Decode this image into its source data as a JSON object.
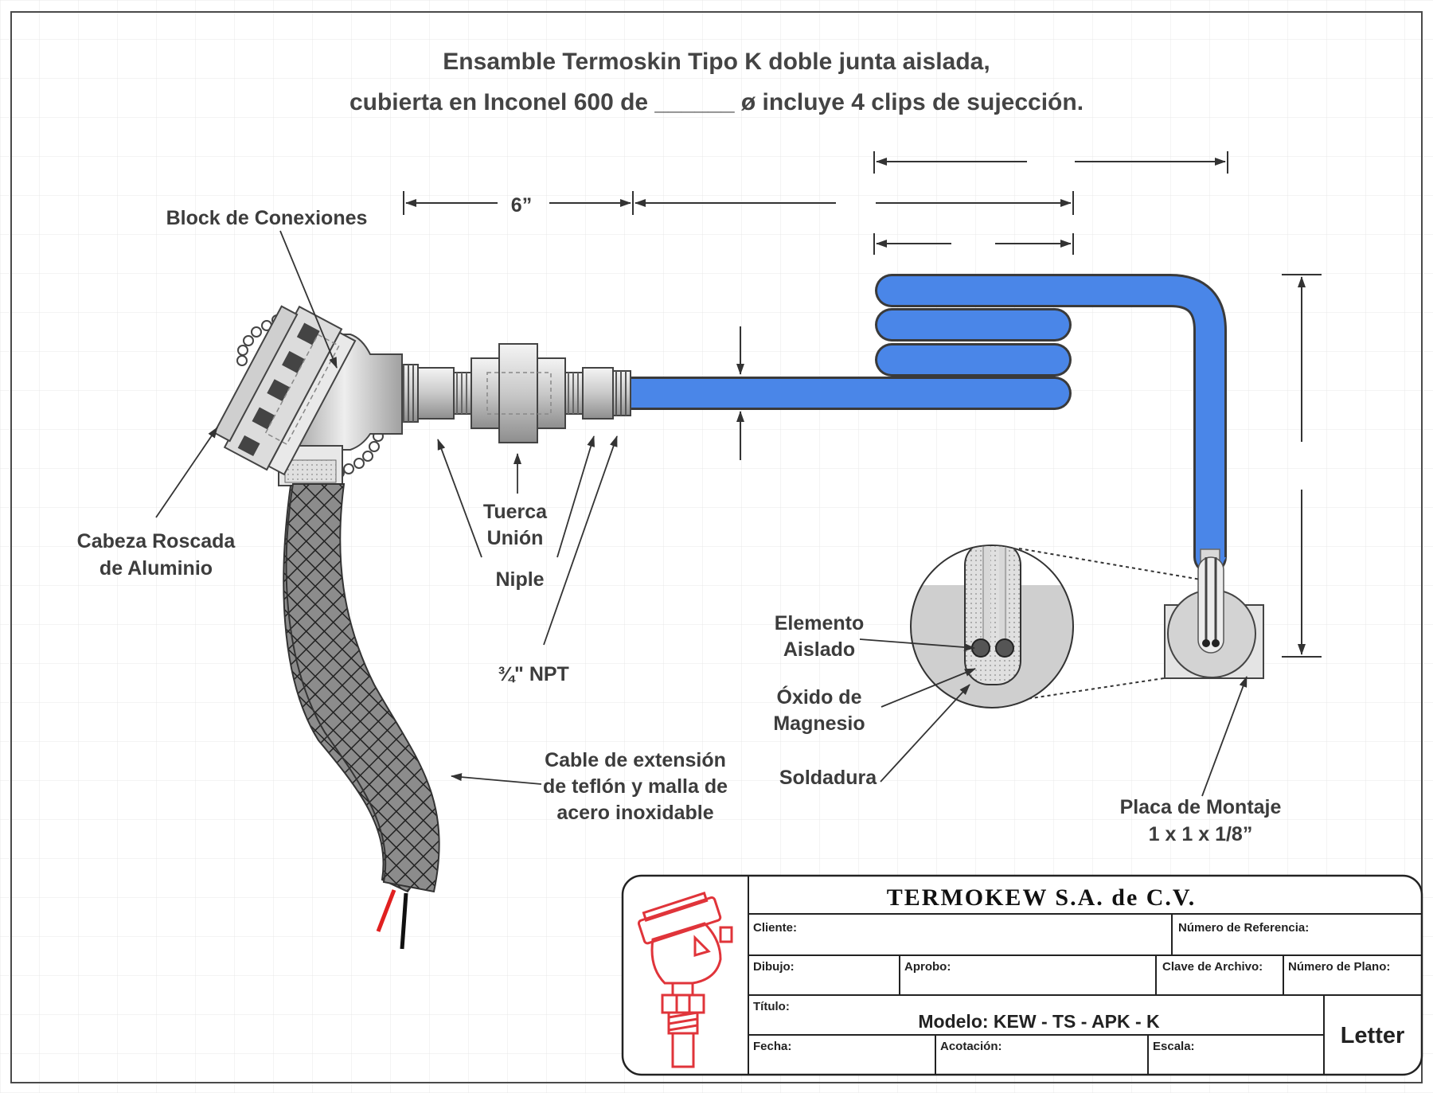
{
  "title": {
    "line1": "Ensamble Termoskin Tipo K  doble junta aislada,",
    "line2": "cubierta en Inconel 600 de  ______ ø  incluye 4 clips de sujección."
  },
  "dimensions": {
    "six_inch": "6”"
  },
  "labels": {
    "block_conexiones": "Block de Conexiones",
    "cabeza_1": "Cabeza Roscada",
    "cabeza_2": "de Aluminio",
    "tuerca_1": "Tuerca",
    "tuerca_2": "Unión",
    "niple": "Niple",
    "npt": "¾\" NPT",
    "cable_1": "Cable de extensión",
    "cable_2": "de teflón y malla de",
    "cable_3": "acero inoxidable",
    "elemento_1": "Elemento",
    "elemento_2": "Aislado",
    "oxido_1": "Óxido de",
    "oxido_2": "Magnesio",
    "soldadura": "Soldadura",
    "placa_1": "Placa de Montaje",
    "placa_2": "1 x 1 x 1/8”"
  },
  "title_block": {
    "company": "TERMOKEW  S.A. de C.V.",
    "cliente": "Cliente:",
    "numero_referencia": "Número de Referencia:",
    "dibujo": "Dibujo:",
    "aprobo": "Aprobo:",
    "clave_archivo": "Clave de Archivo:",
    "numero_plano": "Número de Plano:",
    "titulo": "Título:",
    "modelo": "Modelo: KEW - TS - APK - K",
    "fecha": "Fecha:",
    "acotacion": "Acotación:",
    "escala": "Escala:",
    "size": "Letter"
  },
  "colors": {
    "sheath_blue": "#4a86e8",
    "logo_red": "#e0343a",
    "wire_red": "#e02020",
    "wire_black": "#111111",
    "metal": "#d0d0d0"
  }
}
